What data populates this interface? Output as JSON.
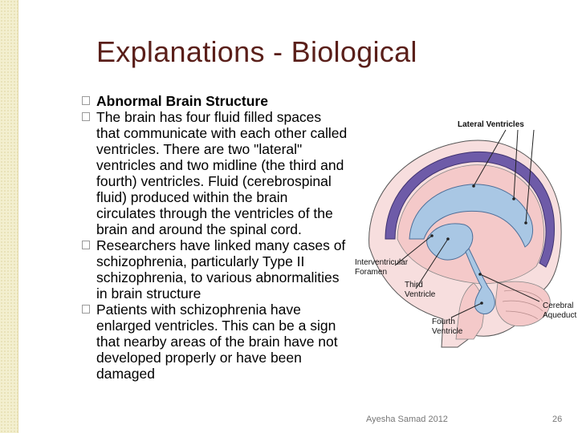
{
  "slide": {
    "title": "Explanations - Biological",
    "bullets": [
      "Abnormal Brain Structure",
      "The brain has four fluid filled spaces that communicate with each other called ventricles. There are two \"lateral\" ventricles and two midline  (the third and fourth) ventricles. Fluid (cerebrospinal fluid) produced within the brain circulates through the ventricles of the brain and around the spinal cord.",
      "Researchers have linked many cases of schizophrenia, particularly Type II schizophrenia, to various abnormalities in brain structure",
      "Patients with schizophrenia have enlarged ventricles. This can be a sign that nearby areas of the brain have not developed properly or have been damaged"
    ],
    "figure": {
      "labels": {
        "lateral": "Lateral Ventricles",
        "interventricular_1": "Interventricular",
        "interventricular_2": "Foramen",
        "third_1": "Third",
        "third_2": "Ventricle",
        "aqueduct_1": "Cerebral",
        "aqueduct_2": "Aqueduct",
        "fourth_1": "Fourth",
        "fourth_2": "Ventricle"
      }
    },
    "footer": {
      "author": "Ayesha Samad 2012",
      "page": "26"
    }
  },
  "colors": {
    "title": "#5a1f1a",
    "brain_tissue": "#f4c9c9",
    "ventricle": "#a9c7e4",
    "cortex_band": "#6e5ba8"
  }
}
